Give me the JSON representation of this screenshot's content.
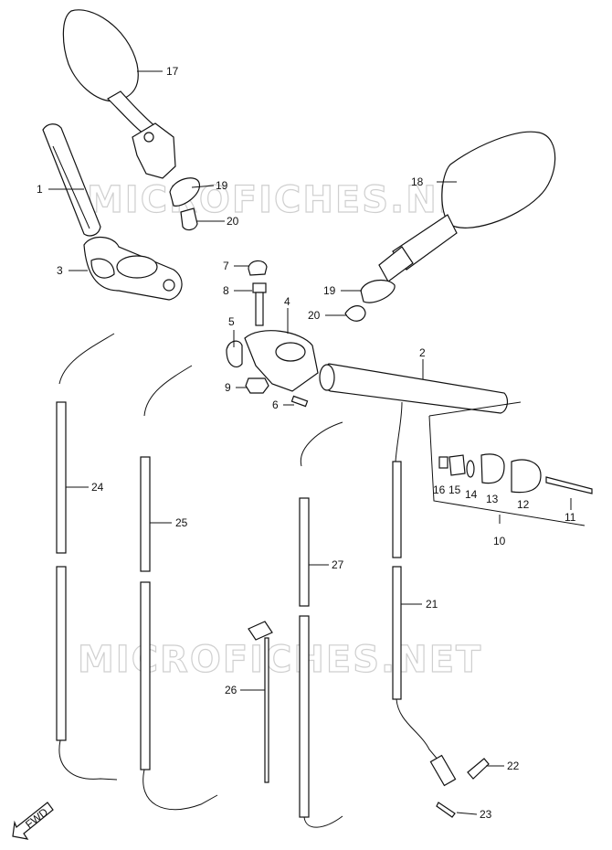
{
  "watermark": "MICROFICHES.NET",
  "fwd_label": "FWD",
  "labels": {
    "p1": "1",
    "p2": "2",
    "p3": "3",
    "p4": "4",
    "p5": "5",
    "p6": "6",
    "p7": "7",
    "p8": "8",
    "p9": "9",
    "p10": "10",
    "p11": "11",
    "p12": "12",
    "p13": "13",
    "p14": "14",
    "p15": "15",
    "p16": "16",
    "p17": "17",
    "p18": "18",
    "p19a": "19",
    "p19b": "19",
    "p20a": "20",
    "p20b": "20",
    "p21": "21",
    "p22": "22",
    "p23": "23",
    "p24": "24",
    "p25": "25",
    "p26": "26",
    "p27": "27"
  }
}
